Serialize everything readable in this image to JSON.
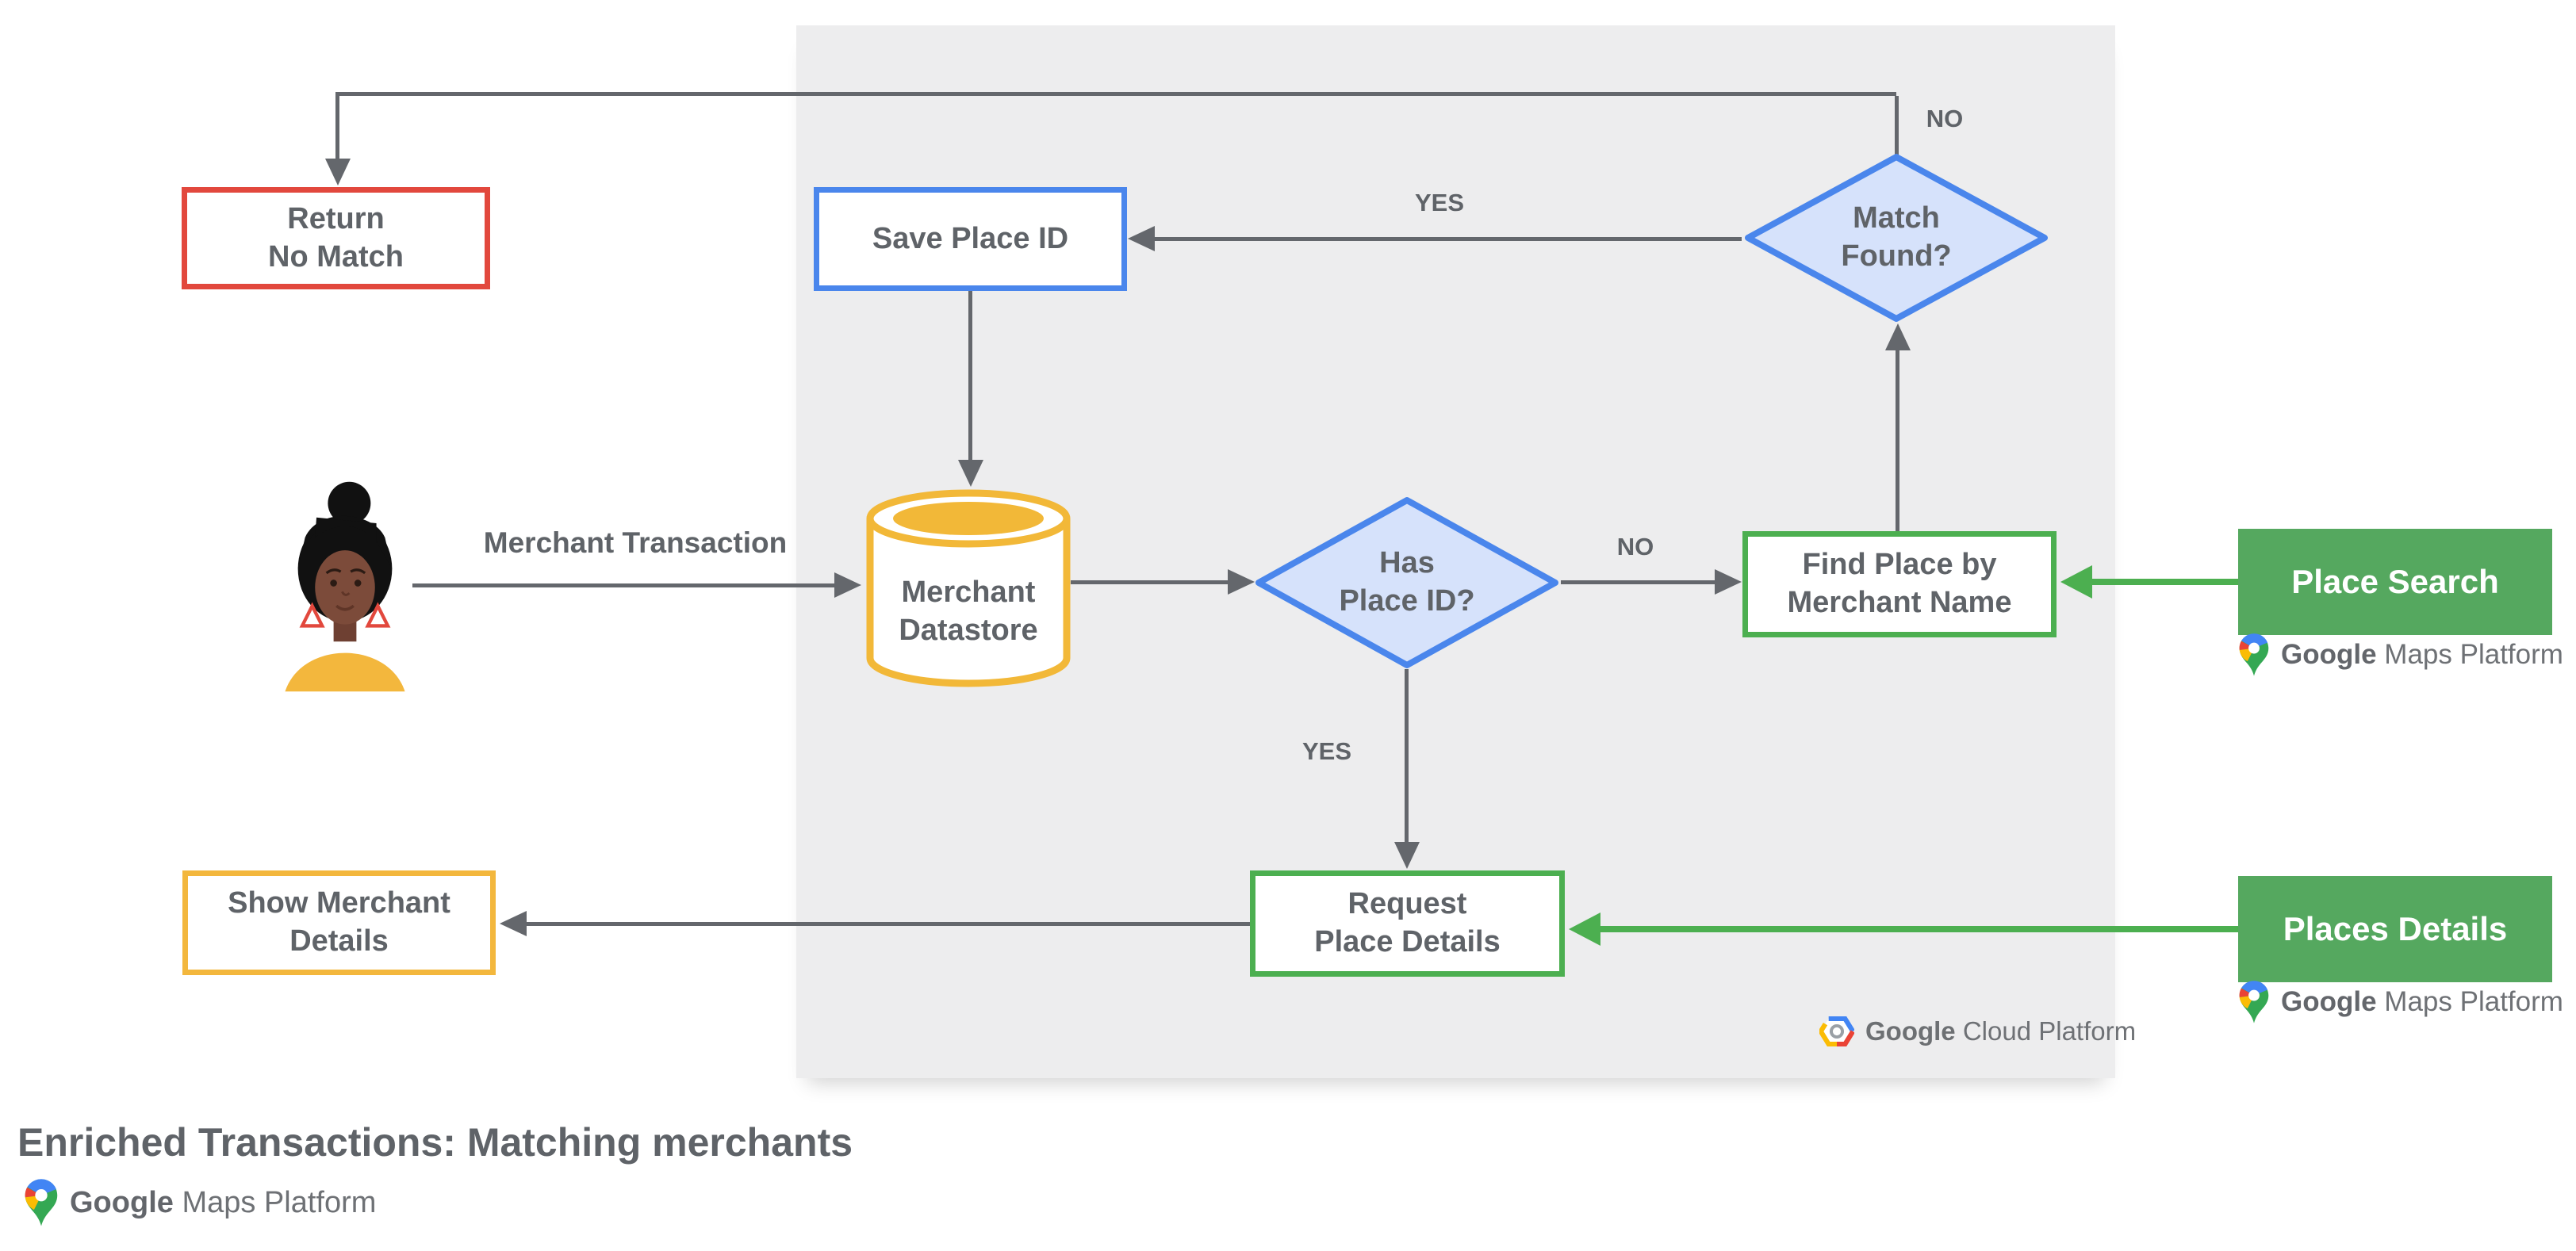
{
  "title": "Enriched Transactions: Matching merchants",
  "colors": {
    "panel": "#EDEDEE",
    "ink": "#5F6368",
    "line": "#64676C",
    "red": "#E2483D",
    "blue": "#4A86EC",
    "diamond_fill": "#D6E2FB",
    "green": "#4CAF50",
    "btn-green": "#55A85F",
    "yellow": "#F3B73D",
    "cylinder_yellow": "#F2B838"
  },
  "nodes": {
    "return_no_match": {
      "line1": "Return",
      "line2": "No Match"
    },
    "save_place_id": {
      "label": "Save Place ID"
    },
    "merchant_datastore": {
      "line1": "Merchant",
      "line2": "Datastore"
    },
    "has_place_id": {
      "line1": "Has",
      "line2": "Place ID?"
    },
    "match_found": {
      "line1": "Match",
      "line2": "Found?"
    },
    "find_place": {
      "line1": "Find Place by",
      "line2": "Merchant Name"
    },
    "request_place_details": {
      "line1": "Request",
      "line2": "Place Details"
    },
    "show_merchant_details": {
      "line1": "Show Merchant",
      "line2": "Details"
    },
    "place_search": {
      "label": "Place Search"
    },
    "places_details": {
      "label": "Places Details"
    }
  },
  "edges": {
    "merchant_transaction": "Merchant Transaction",
    "yes_top": "YES",
    "no_top": "NO",
    "no_mid": "NO",
    "yes_mid": "YES"
  },
  "logos": {
    "gmp": {
      "google": "Google",
      "rest": "Maps Platform"
    },
    "gcp": {
      "google": "Google",
      "rest": "Cloud Platform"
    }
  }
}
